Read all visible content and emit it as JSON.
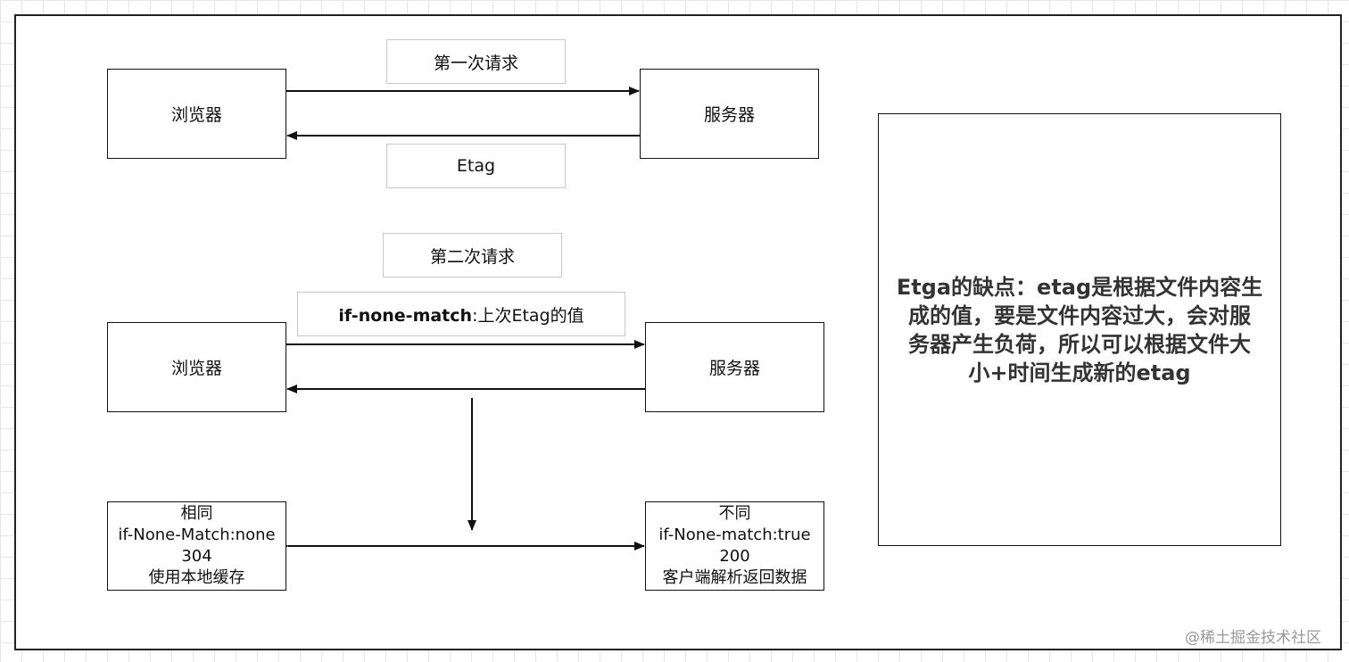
{
  "top_section": {
    "browser_label": "浏览器",
    "server_label": "服务器",
    "request_label": "第一次请求",
    "response_label": "Etag"
  },
  "second_section": {
    "request_label": "第二次请求",
    "header_name": "if-none-match",
    "header_value": ":上次Etag的值",
    "browser_label": "浏览器",
    "server_label": "服务器"
  },
  "result_same": {
    "line1": "相同",
    "line2": "if-None-Match:none",
    "line3": "304",
    "line4": "使用本地缓存"
  },
  "result_diff": {
    "line1": "不同",
    "line2": "if-None-match:true",
    "line3": "200",
    "line4": "客户端解析返回数据"
  },
  "note": {
    "line1": "Etga的缺点：etag是根据文件内容生",
    "line2": "成的值，要是文件内容过大，会对服",
    "line3": "务器产生负荷，所以可以根据文件大",
    "line4": "小+时间生成新的etag"
  },
  "watermark": "@稀土掘金技术社区"
}
